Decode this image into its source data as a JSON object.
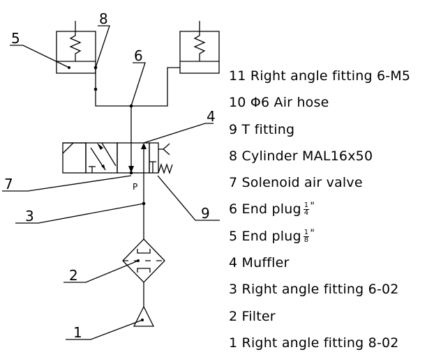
{
  "callouts": [
    "1",
    "2",
    "3",
    "4",
    "5",
    "6",
    "7",
    "8",
    "9"
  ],
  "port_label": "P",
  "legend": [
    {
      "number": "11",
      "text": "Right angle fitting 6-M5"
    },
    {
      "number": "10",
      "text": "Φ6 Air hose"
    },
    {
      "number": "9",
      "text": "T fitting"
    },
    {
      "number": "8",
      "text": "Cylinder MAL16x50"
    },
    {
      "number": "7",
      "text": "Solenoid air valve"
    },
    {
      "number": "6",
      "text": "End plug",
      "fraction": {
        "num": "1",
        "den": "4"
      },
      "unit": "\""
    },
    {
      "number": "5",
      "text": "End plug",
      "fraction": {
        "num": "1",
        "den": "8"
      },
      "unit": "\""
    },
    {
      "number": "4",
      "text": "Muffler"
    },
    {
      "number": "3",
      "text": "Right angle fitting 6-02"
    },
    {
      "number": "2",
      "text": "Filter"
    },
    {
      "number": "1",
      "text": "Right angle fitting 8-02"
    }
  ]
}
